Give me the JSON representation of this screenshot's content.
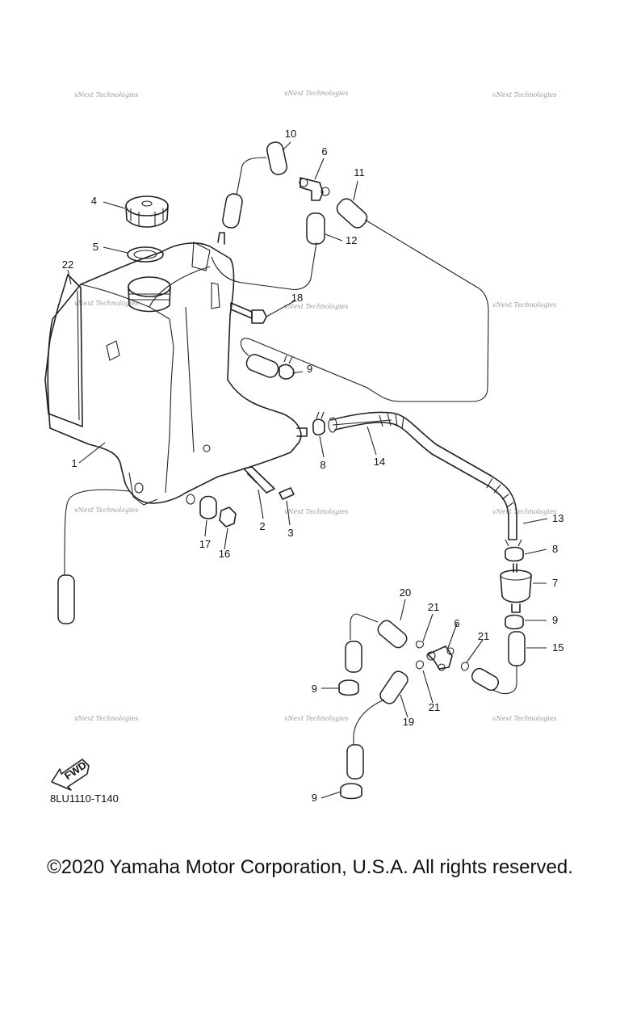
{
  "diagram_code": "8LU1110-T140",
  "direction_mark": "FWD",
  "watermark_text": "vNext Technologies",
  "copyright": "©2020 Yamaha Motor Corporation, U.S.A. All rights reserved.",
  "callouts": [
    "1",
    "2",
    "3",
    "4",
    "5",
    "6",
    "7",
    "8",
    "9",
    "10",
    "11",
    "12",
    "13",
    "14",
    "15",
    "16",
    "17",
    "18",
    "19",
    "20",
    "21",
    "22"
  ],
  "colors": {
    "line": "#222222",
    "watermark": "#9a9a9a",
    "background": "#ffffff"
  }
}
